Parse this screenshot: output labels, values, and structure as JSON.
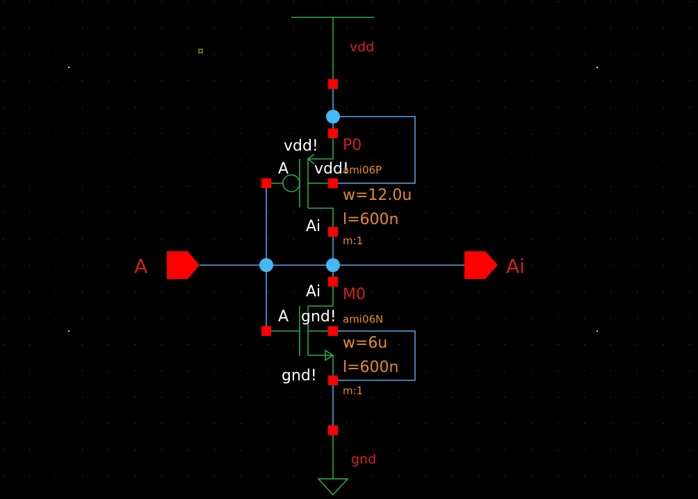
{
  "schematic": {
    "supply": {
      "vdd_label": "vdd",
      "gnd_label": "gnd"
    },
    "input_pin": {
      "label": "A"
    },
    "output_pin": {
      "label": "Ai"
    },
    "pmos": {
      "instance": "P0",
      "model": "ami06P",
      "width": "w=12.0u",
      "length": "l=600n",
      "multiplier": "m:1",
      "gate_label": "A",
      "drain_label": "Ai",
      "source_label": "vdd!",
      "bulk_label": "vdd!"
    },
    "nmos": {
      "instance": "M0",
      "model": "ami06N",
      "width": "w=6u",
      "length": "l=600n",
      "multiplier": "m:1",
      "gate_label": "A",
      "drain_label": "Ai",
      "source_label": "gnd!",
      "bulk_label": "gnd!"
    }
  },
  "colors": {
    "background": "#000000",
    "wire": "#5aa9e6",
    "device": "#2fb04a",
    "pin": "#ff0000",
    "param": "#e58a2a"
  }
}
